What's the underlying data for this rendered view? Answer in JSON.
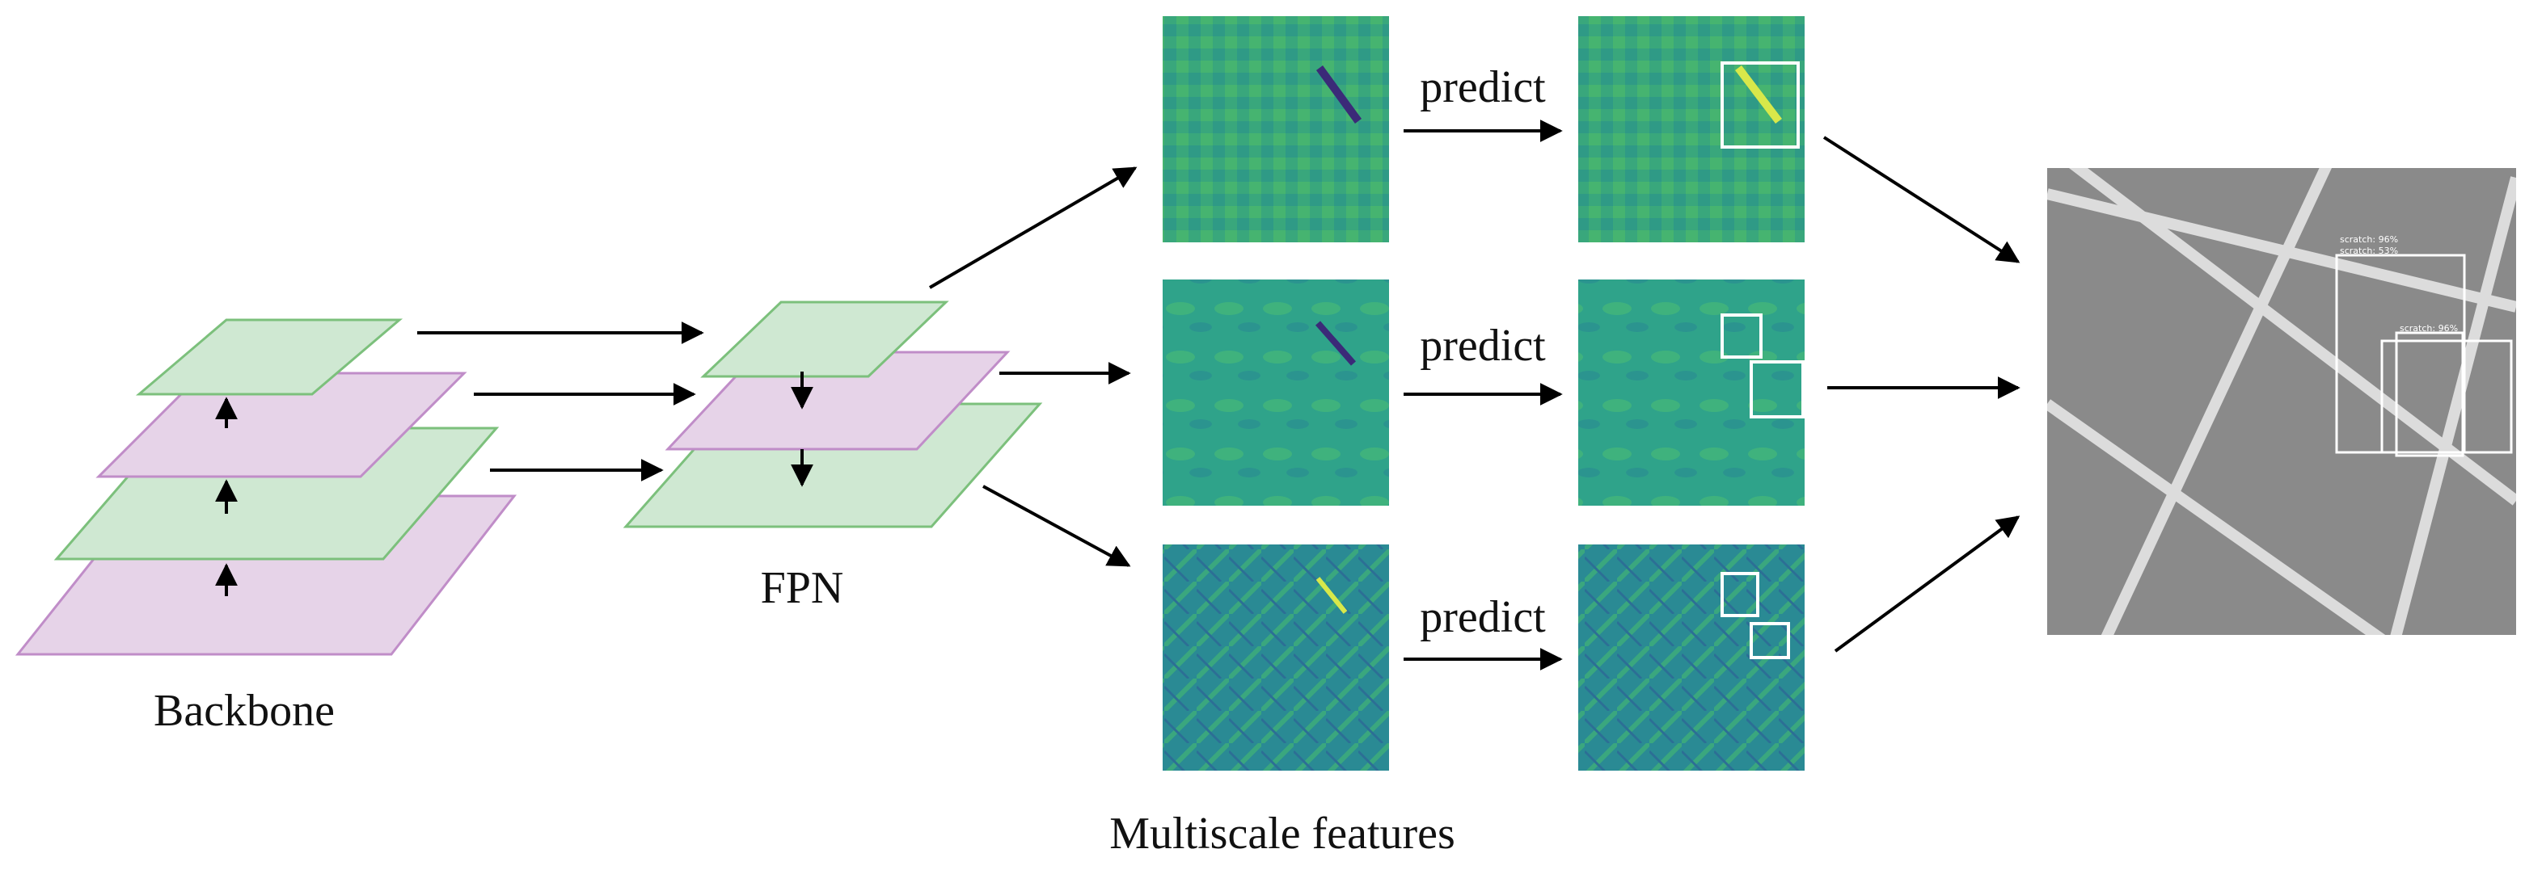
{
  "labels": {
    "backbone": "Backbone",
    "fpn": "FPN",
    "multiscale": "Multiscale features",
    "predict": [
      "predict",
      "predict",
      "predict"
    ]
  },
  "detections": {
    "labels": [
      "scratch: 96%",
      "scratch: 53%",
      "scratch: 96%"
    ]
  },
  "colors": {
    "green_fill": "#cfe8d2",
    "green_stroke": "#7cc07c",
    "pink_fill": "#e6d3e8",
    "pink_stroke": "#c08dc8",
    "arrow": "#000000",
    "feature_base": "#3aa878",
    "feature_dark": "#3b2a78",
    "feature_bright": "#d8e84a",
    "box": "#ffffff",
    "wafer_bg": "#8a8a8a",
    "wafer_street": "#dcdcdc"
  }
}
